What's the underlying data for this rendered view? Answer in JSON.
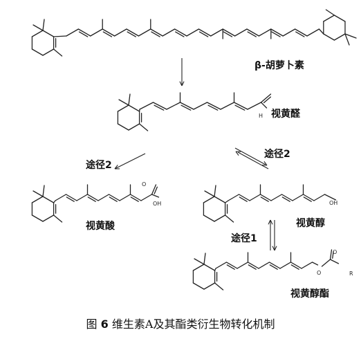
{
  "compounds": {
    "beta_carotene": "β-胡萝卜素",
    "retinal": "视黄醛",
    "retinoic_acid": "视黄酸",
    "retinol": "视黄醇",
    "retinyl_ester": "视黄醇酯"
  },
  "pathways": {
    "path2_left": "途径2",
    "path2_right": "途径2",
    "path1": "途径1"
  },
  "atoms": {
    "h": "H",
    "oh": "OH",
    "o": "O",
    "r": "R",
    "o_carbonyl": "O",
    "o_acid": "O"
  },
  "caption": {
    "fig": "图",
    "num": "6",
    "text": "维生素A及其酯类衍生物转化机制"
  }
}
